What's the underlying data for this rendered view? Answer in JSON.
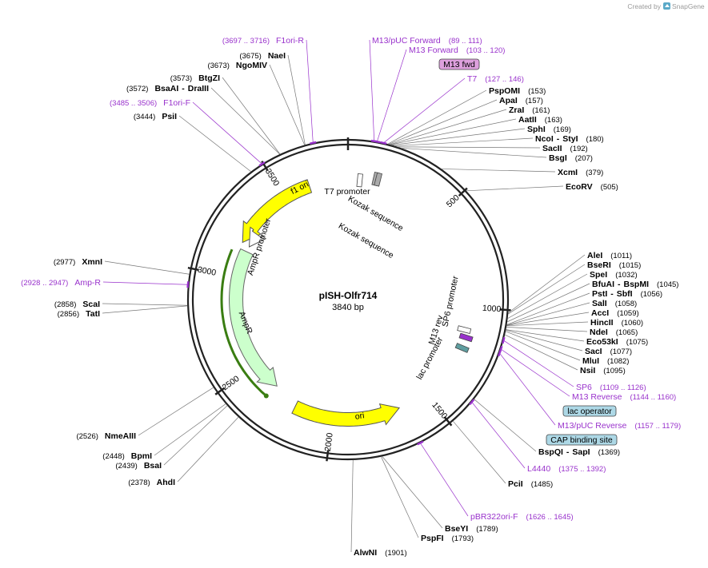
{
  "credit": {
    "prefix": "Created by",
    "brand": "SnapGene",
    "icon": "snapgene-logo-icon"
  },
  "map": {
    "name": "pISH-Olfr714",
    "size_label": "3840 bp",
    "length_bp": 3840,
    "tick_labels": [
      "500",
      "1000",
      "1500",
      "2000",
      "2500",
      "3000",
      "3500"
    ]
  },
  "colors": {
    "backbone": "#333333",
    "primer": "#9932cc",
    "ori": "#ffff00",
    "ampr": "#ccffcc",
    "ampr_promoter": "#ffffff",
    "lac": "#5f9ea0",
    "badge_fill": "#add8e6",
    "m13_badge_fill": "#dda0dd"
  },
  "features": [
    {
      "name": "f1 ori",
      "start": 3184,
      "end": 3640,
      "direction": "ccw",
      "kind": "ori"
    },
    {
      "name": "ori",
      "start": 1650,
      "end": 2200,
      "direction": "ccw",
      "kind": "ori"
    },
    {
      "name": "AmpR",
      "start": 2340,
      "end": 3150,
      "direction": "ccw",
      "kind": "ampr"
    },
    {
      "name": "AmpR promoter",
      "start": 3180,
      "end": 3260,
      "direction": "ccw",
      "kind": "promoter"
    },
    {
      "name": "T7 promoter",
      "start": 20,
      "end": 100,
      "direction": "cw",
      "kind": "promoter_small"
    },
    {
      "name": "Kozak sequence",
      "start": 130,
      "end": 145,
      "direction": "none",
      "kind": "small_box"
    },
    {
      "name": "Kozak sequence",
      "start": 145,
      "end": 155,
      "direction": "none",
      "kind": "small_box"
    },
    {
      "name": "SP6 promoter",
      "start": 1105,
      "end": 1125,
      "direction": "ccw",
      "kind": "promoter_small"
    },
    {
      "name": "M13 rev",
      "start": 1140,
      "end": 1160,
      "direction": "ccw",
      "kind": "primer_bind"
    },
    {
      "name": "lac promoter",
      "start": 1190,
      "end": 1220,
      "direction": "ccw",
      "kind": "lac"
    }
  ],
  "enzymes_left": [
    {
      "name": "NaeI",
      "pos": "(3675)",
      "site": 3675
    },
    {
      "name": "NgoMIV",
      "pos": "(3673)",
      "site": 3673
    },
    {
      "name": "BtgZI",
      "pos": "(3573)",
      "site": 3573
    },
    {
      "name": "BsaAI",
      "name2": "DraIII",
      "pos": "(3572)",
      "site": 3572
    },
    {
      "name": "PsiI",
      "pos": "(3444)",
      "site": 3444
    },
    {
      "name": "XmnI",
      "pos": "(2977)",
      "site": 2977
    },
    {
      "name": "ScaI",
      "pos": "(2858)",
      "site": 2858
    },
    {
      "name": "TatI",
      "pos": "(2856)",
      "site": 2856
    },
    {
      "name": "NmeAIII",
      "pos": "(2526)",
      "site": 2526
    },
    {
      "name": "BpmI",
      "pos": "(2448)",
      "site": 2448
    },
    {
      "name": "BsaI",
      "pos": "(2439)",
      "site": 2439
    },
    {
      "name": "AhdI",
      "pos": "(2378)",
      "site": 2378
    }
  ],
  "enzymes_right": [
    {
      "name": "PspOMI",
      "pos": "(153)",
      "site": 153
    },
    {
      "name": "ApaI",
      "pos": "(157)",
      "site": 157
    },
    {
      "name": "ZraI",
      "pos": "(161)",
      "site": 161
    },
    {
      "name": "AatII",
      "pos": "(163)",
      "site": 163
    },
    {
      "name": "SphI",
      "pos": "(169)",
      "site": 169
    },
    {
      "name": "NcoI",
      "name2": "StyI",
      "pos": "(180)",
      "site": 180
    },
    {
      "name": "SacII",
      "pos": "(192)",
      "site": 192
    },
    {
      "name": "BsgI",
      "pos": "(207)",
      "site": 207
    },
    {
      "name": "XcmI",
      "pos": "(379)",
      "site": 379
    },
    {
      "name": "EcoRV",
      "pos": "(505)",
      "site": 505
    },
    {
      "name": "AleI",
      "pos": "(1011)",
      "site": 1011
    },
    {
      "name": "BseRI",
      "pos": "(1015)",
      "site": 1015
    },
    {
      "name": "SpeI",
      "pos": "(1032)",
      "site": 1032
    },
    {
      "name": "BfuAI",
      "name2": "BspMI",
      "pos": "(1045)",
      "site": 1045
    },
    {
      "name": "PstI",
      "name2": "SbfI",
      "pos": "(1056)",
      "site": 1056
    },
    {
      "name": "SalI",
      "pos": "(1058)",
      "site": 1058
    },
    {
      "name": "AccI",
      "pos": "(1059)",
      "site": 1059
    },
    {
      "name": "HincII",
      "pos": "(1060)",
      "site": 1060
    },
    {
      "name": "NdeI",
      "pos": "(1065)",
      "site": 1065
    },
    {
      "name": "Eco53kI",
      "pos": "(1075)",
      "site": 1075
    },
    {
      "name": "SacI",
      "pos": "(1077)",
      "site": 1077
    },
    {
      "name": "MluI",
      "pos": "(1082)",
      "site": 1082
    },
    {
      "name": "NsiI",
      "pos": "(1095)",
      "site": 1095
    },
    {
      "name": "BspQI",
      "name2": "SapI",
      "pos": "(1369)",
      "site": 1369
    },
    {
      "name": "PciI",
      "pos": "(1485)",
      "site": 1485
    },
    {
      "name": "BseYI",
      "pos": "(1789)",
      "site": 1789
    },
    {
      "name": "PspFI",
      "pos": "(1793)",
      "site": 1793
    },
    {
      "name": "AlwNI",
      "pos": "(1901)",
      "site": 1901
    }
  ],
  "primers": [
    {
      "name": "F1ori-R",
      "pos": "(3697 .. 3716)",
      "site": 3706
    },
    {
      "name": "F1ori-F",
      "pos": "(3485 .. 3506)",
      "site": 3495
    },
    {
      "name": "M13/pUC Forward",
      "pos": "(89 .. 111)",
      "site": 100
    },
    {
      "name": "M13 Forward",
      "pos": "(103 .. 120)",
      "site": 111
    },
    {
      "name": "T7",
      "pos": "(127 .. 146)",
      "site": 136
    },
    {
      "name": "Amp-R",
      "pos": "(2928 .. 2947)",
      "site": 2937
    },
    {
      "name": "SP6",
      "pos": "(1109 .. 1126)",
      "site": 1117
    },
    {
      "name": "M13 Reverse",
      "pos": "(1144 .. 1160)",
      "site": 1152
    },
    {
      "name": "M13/pUC Reverse",
      "pos": "(1157 .. 1179)",
      "site": 1168
    },
    {
      "name": "L4440",
      "pos": "(1375 .. 1392)",
      "site": 1383
    },
    {
      "name": "pBR322ori-F",
      "pos": "(1626 .. 1645)",
      "site": 1635
    }
  ],
  "badges": [
    {
      "name": "M13 fwd",
      "kind": "m13"
    },
    {
      "name": "lac operator",
      "kind": "box"
    },
    {
      "name": "CAP binding site",
      "kind": "box"
    }
  ]
}
